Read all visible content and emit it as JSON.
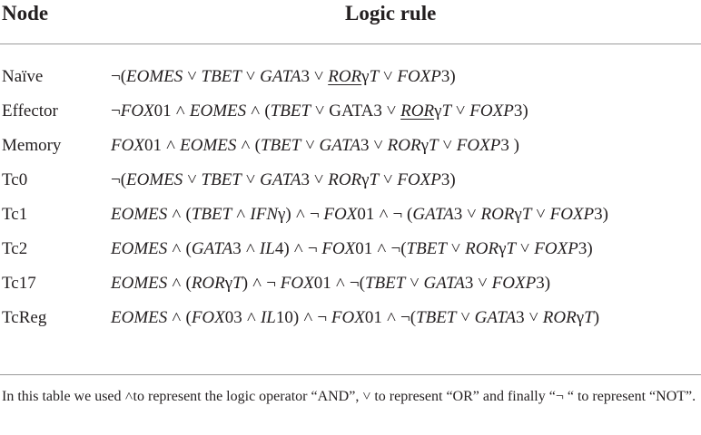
{
  "header": {
    "node": "Node",
    "logic_rule": "Logic rule"
  },
  "rows": [
    {
      "node": "Naïve",
      "rule": [
        {
          "t": "¬(",
          "i": false
        },
        {
          "t": "EOMES",
          "i": true
        },
        {
          "t": " ˅ ",
          "i": false
        },
        {
          "t": "TBET",
          "i": true
        },
        {
          "t": " ˅ ",
          "i": false
        },
        {
          "t": "GATA",
          "i": true
        },
        {
          "t": "3 ˅ ",
          "i": false
        },
        {
          "t": "ROR",
          "i": true,
          "u": true
        },
        {
          "t": "γ",
          "i": false
        },
        {
          "t": "T",
          "i": true
        },
        {
          "t": " ˅ ",
          "i": false
        },
        {
          "t": "FOXP",
          "i": true
        },
        {
          "t": "3)",
          "i": false
        }
      ]
    },
    {
      "node": "Effector",
      "rule": [
        {
          "t": "¬",
          "i": false
        },
        {
          "t": "FOX",
          "i": true
        },
        {
          "t": "01 ˄ ",
          "i": false
        },
        {
          "t": "EOMES",
          "i": true
        },
        {
          "t": " ˄ (",
          "i": false
        },
        {
          "t": "TBET",
          "i": true
        },
        {
          "t": " ˅ GATA3 ˅ ",
          "i": false
        },
        {
          "t": "ROR",
          "i": true,
          "u": true
        },
        {
          "t": "γ",
          "i": false
        },
        {
          "t": "T",
          "i": true
        },
        {
          "t": " ˅ ",
          "i": false
        },
        {
          "t": "FOXP",
          "i": true
        },
        {
          "t": "3)",
          "i": false
        }
      ]
    },
    {
      "node": "Memory",
      "rule": [
        {
          "t": "FOX",
          "i": true
        },
        {
          "t": "01 ˄ ",
          "i": false
        },
        {
          "t": "EOMES",
          "i": true
        },
        {
          "t": " ˄ (",
          "i": false
        },
        {
          "t": "TBET",
          "i": true
        },
        {
          "t": " ˅ ",
          "i": false
        },
        {
          "t": "GATA",
          "i": true
        },
        {
          "t": "3 ˅ ",
          "i": false
        },
        {
          "t": "ROR",
          "i": true
        },
        {
          "t": "γ",
          "i": false
        },
        {
          "t": "T",
          "i": true
        },
        {
          "t": " ˅ ",
          "i": false
        },
        {
          "t": "FOXP",
          "i": true
        },
        {
          "t": "3 )",
          "i": false
        }
      ]
    },
    {
      "node": "Tc0",
      "rule": [
        {
          "t": "¬(",
          "i": false
        },
        {
          "t": "EOMES",
          "i": true
        },
        {
          "t": " ˅ ",
          "i": false
        },
        {
          "t": "TBET",
          "i": true
        },
        {
          "t": " ˅ ",
          "i": false
        },
        {
          "t": "GATA",
          "i": true
        },
        {
          "t": "3 ˅ ",
          "i": false
        },
        {
          "t": "ROR",
          "i": true
        },
        {
          "t": "γ",
          "i": false
        },
        {
          "t": "T",
          "i": true
        },
        {
          "t": " ˅ ",
          "i": false
        },
        {
          "t": "FOXP",
          "i": true
        },
        {
          "t": "3)",
          "i": false
        }
      ]
    },
    {
      "node": "Tc1",
      "rule": [
        {
          "t": "EOMES",
          "i": true
        },
        {
          "t": " ˄ (",
          "i": false
        },
        {
          "t": "TBET",
          "i": true
        },
        {
          "t": " ˄ ",
          "i": false
        },
        {
          "t": "IFN",
          "i": true
        },
        {
          "t": "γ) ˄ ¬ ",
          "i": false
        },
        {
          "t": "FOX",
          "i": true
        },
        {
          "t": "01 ˄ ¬ (",
          "i": false
        },
        {
          "t": "GATA",
          "i": true
        },
        {
          "t": "3 ˅ ",
          "i": false
        },
        {
          "t": "ROR",
          "i": true
        },
        {
          "t": "γ",
          "i": false
        },
        {
          "t": "T",
          "i": true
        },
        {
          "t": " ˅ ",
          "i": false
        },
        {
          "t": "FOXP",
          "i": true
        },
        {
          "t": "3)",
          "i": false
        }
      ]
    },
    {
      "node": "Tc2",
      "rule": [
        {
          "t": "EOMES",
          "i": true
        },
        {
          "t": " ˄ (",
          "i": false
        },
        {
          "t": "GATA",
          "i": true
        },
        {
          "t": "3 ˄ ",
          "i": false
        },
        {
          "t": "IL",
          "i": true
        },
        {
          "t": "4) ˄ ¬ ",
          "i": false
        },
        {
          "t": "FOX",
          "i": true
        },
        {
          "t": "01 ˄ ¬(",
          "i": false
        },
        {
          "t": "TBET",
          "i": true
        },
        {
          "t": " ˅ ",
          "i": false
        },
        {
          "t": "ROR",
          "i": true
        },
        {
          "t": "γ",
          "i": false
        },
        {
          "t": "T",
          "i": true
        },
        {
          "t": " ˅ ",
          "i": false
        },
        {
          "t": "FOXP",
          "i": true
        },
        {
          "t": "3)",
          "i": false
        }
      ]
    },
    {
      "node": "Tc17",
      "rule": [
        {
          "t": "EOMES",
          "i": true
        },
        {
          "t": " ˄ (",
          "i": false
        },
        {
          "t": "ROR",
          "i": true
        },
        {
          "t": "γ",
          "i": false
        },
        {
          "t": "T",
          "i": true
        },
        {
          "t": ") ˄ ¬ ",
          "i": false
        },
        {
          "t": "FOX",
          "i": true
        },
        {
          "t": "01 ˄ ¬(",
          "i": false
        },
        {
          "t": "TBET",
          "i": true
        },
        {
          "t": " ˅ ",
          "i": false
        },
        {
          "t": "GATA",
          "i": true
        },
        {
          "t": "3 ˅ ",
          "i": false
        },
        {
          "t": "FOXP",
          "i": true
        },
        {
          "t": "3)",
          "i": false
        }
      ]
    },
    {
      "node": "TcReg",
      "rule": [
        {
          "t": "EOMES",
          "i": true
        },
        {
          "t": " ˄ (",
          "i": false
        },
        {
          "t": "FOX",
          "i": true
        },
        {
          "t": "03 ˄ ",
          "i": false
        },
        {
          "t": "IL",
          "i": true
        },
        {
          "t": "10) ˄ ¬ ",
          "i": false
        },
        {
          "t": "FOX",
          "i": true
        },
        {
          "t": "01 ˄ ¬(",
          "i": false
        },
        {
          "t": "TBET",
          "i": true
        },
        {
          "t": " ˅ ",
          "i": false
        },
        {
          "t": "GATA",
          "i": true
        },
        {
          "t": "3 ˅ ",
          "i": false
        },
        {
          "t": "ROR",
          "i": true
        },
        {
          "t": "γ",
          "i": false
        },
        {
          "t": "T",
          "i": true
        },
        {
          "t": ")",
          "i": false
        }
      ]
    }
  ],
  "footnote": "In this table we used ˄to represent the logic operator “AND”, ˅ to represent “OR” and finally “¬ “ to represent “NOT”."
}
